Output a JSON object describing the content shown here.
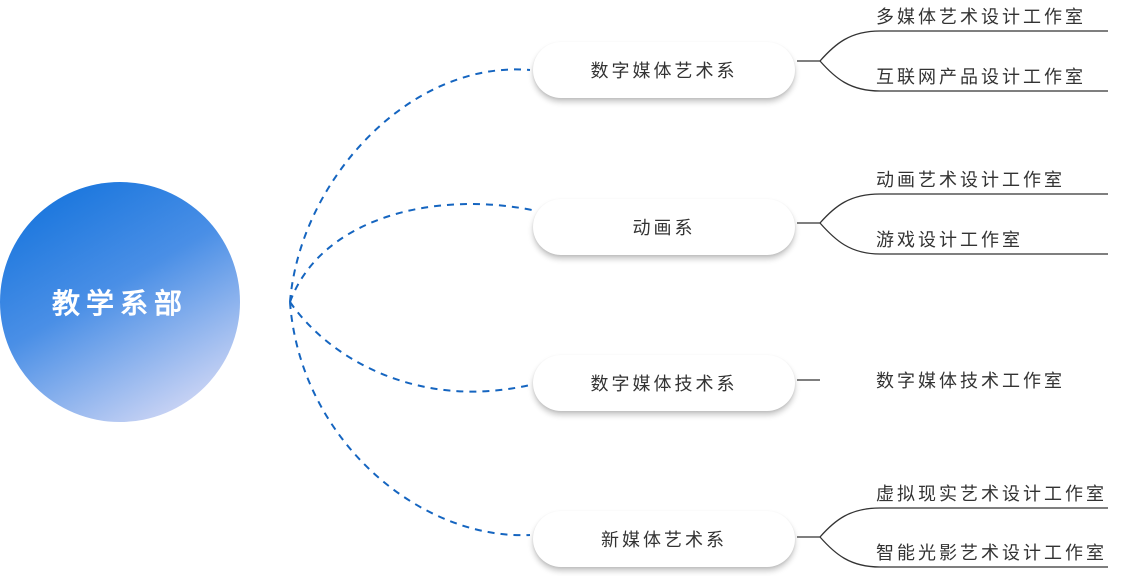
{
  "root": {
    "label": "教学系部"
  },
  "departments": [
    {
      "label": "数字媒体艺术系",
      "studios": [
        "多媒体艺术设计工作室",
        "互联网产品设计工作室"
      ]
    },
    {
      "label": "动画系",
      "studios": [
        "动画艺术设计工作室",
        "游戏设计工作室"
      ]
    },
    {
      "label": "数字媒体技术系",
      "studios": [
        "数字媒体技术工作室"
      ]
    },
    {
      "label": "新媒体艺术系",
      "studios": [
        "虚拟现实艺术设计工作室",
        "智能光影艺术设计工作室"
      ]
    }
  ],
  "colors": {
    "dashed_connector": "#1565c0",
    "branch_line": "#333333",
    "root_gradient": [
      "#0c6fdb",
      "#4a8fe6",
      "#ece6f8"
    ]
  }
}
